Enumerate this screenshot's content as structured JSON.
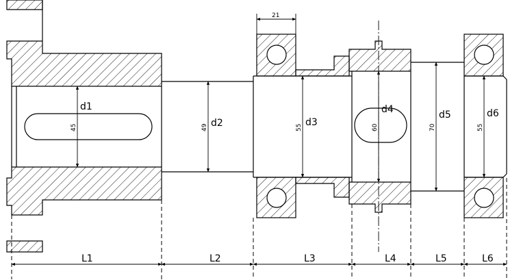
{
  "diameter_labels": {
    "d1": "d1",
    "d2": "d2",
    "d3": "d3",
    "d4": "d4",
    "d5": "d5",
    "d6": "d6"
  },
  "diameter_values": {
    "v45": "45",
    "v49": "49",
    "v55a": "55",
    "v60": "60",
    "v70": "70",
    "v55b": "55"
  },
  "bearing_width": "21",
  "length_labels": {
    "L1": "L1",
    "L2": "L2",
    "L3": "L3",
    "L4": "L4",
    "L5": "L5",
    "L6": "L6"
  }
}
